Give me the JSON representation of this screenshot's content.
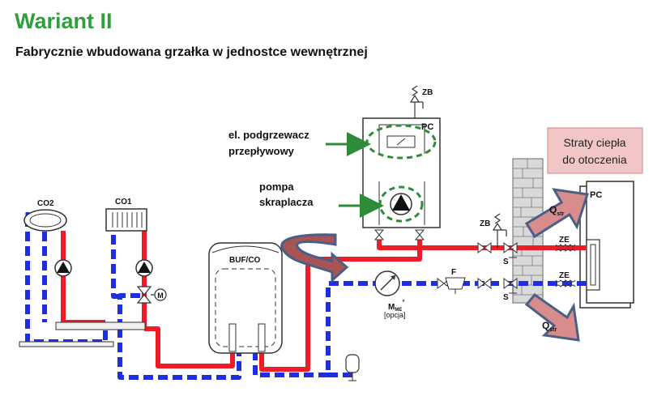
{
  "header": {
    "title": "Wariant II",
    "subtitle": "Fabrycznie wbudowana grzałka w jednostce wewnętrznej"
  },
  "labels": {
    "zb_top": "ZB",
    "pc_indoor": "PC",
    "heater_line1": "el. podgrzewacz",
    "heater_line2": "przepływowy",
    "pump_line1": "pompa",
    "pump_line2": "skraplacza",
    "losses_line1": "Straty ciepła",
    "losses_line2": "do otoczenia",
    "pc_outdoor": "PC",
    "q_top_main": "Q",
    "q_top_sub": "str",
    "q_bottom_main": "Q",
    "q_bottom_sub": "str",
    "ze_top": "ZE",
    "ze_bottom": "ZE",
    "zb_mid": "ZB",
    "s_top": "S",
    "s_bottom": "S",
    "filter": "F",
    "meter_main": "M",
    "meter_sub": "ME",
    "meter_sup": "°",
    "meter_option": "[opcja]",
    "buffer": "BUF/CO",
    "co2": "CO2",
    "co1": "CO1",
    "motor": "M"
  },
  "colors": {
    "title_green": "#2e9f3b",
    "supply_red": "#ee1c24",
    "return_blue": "#1f2fe0",
    "callout_green": "#2e8b3a",
    "callout_fill": "#f2c6c6",
    "callout_border": "#c98989",
    "wall": "#d6d6d6"
  }
}
